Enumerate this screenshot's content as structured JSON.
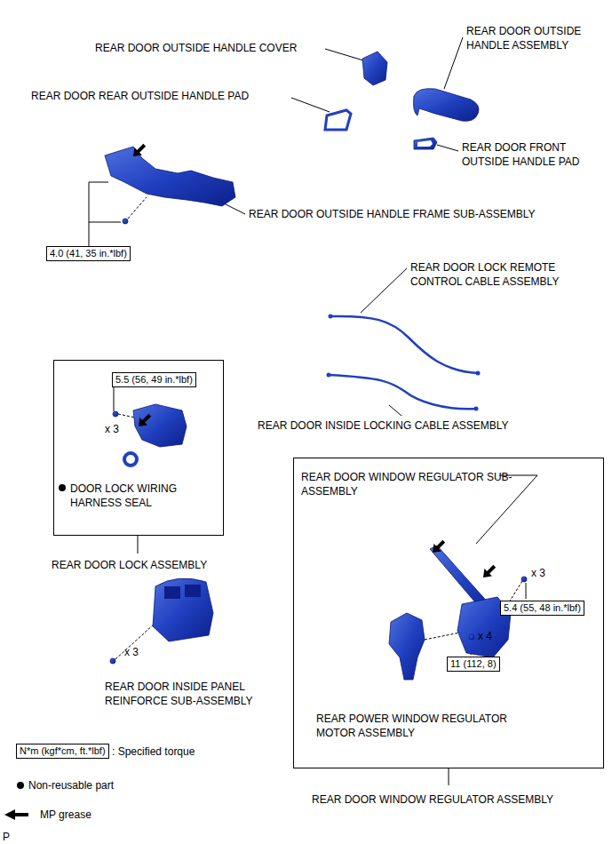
{
  "diagram": {
    "nodes": [
      {
        "text": [
          "4.0 (41, 35 in.*lbf)"
        ]
      },
      {
        "text": [
          "DOOR LOCK WIRING HARNESS SEAL",
          "REAR DOOR LOCK ASSEMBLY"
        ]
      },
      {
        "text": [
          "5.5 (56, 49 in.*lbf)"
        ],
        "in": 1
      },
      {
        "text": [
          "REAR DOOR WINDOW REGULATOR SUB-ASSEMBLY",
          "REAR POWER WINDOW REGULATOR MOTOR ASSEMBLY",
          "REAR DOOR WINDOW REGULATOR ASSEMBLY"
        ]
      },
      {
        "text": [
          "5.4 (55, 48 in.*lbf)"
        ],
        "in": 3
      },
      {
        "text": [
          "11 (112, 8)"
        ],
        "in": 3
      },
      {
        "text": [
          "N*m (kgf*cm, ft.*lbf)"
        ]
      }
    ],
    "labels": [
      "REAR DOOR OUTSIDE HANDLE COVER",
      "REAR DOOR OUTSIDE HANDLE ASSEMBLY",
      "REAR DOOR REAR OUTSIDE HANDLE PAD",
      "REAR DOOR FRONT OUTSIDE HANDLE PAD",
      "REAR DOOR OUTSIDE HANDLE FRAME SUB-ASSEMBLY",
      "REAR DOOR LOCK REMOTE CONTROL CABLE ASSEMBLY",
      "REAR DOOR INSIDE LOCKING CABLE ASSEMBLY",
      "x 3",
      "x 3",
      "REAR DOOR INSIDE PANEL REINFORCE SUB-ASSEMBLY",
      "x 3",
      "x 4",
      "P"
    ],
    "legend": [
      {
        "text": ": Specified torque"
      },
      {
        "text": "Non-reusable part"
      },
      {
        "text": "MP grease"
      }
    ]
  }
}
